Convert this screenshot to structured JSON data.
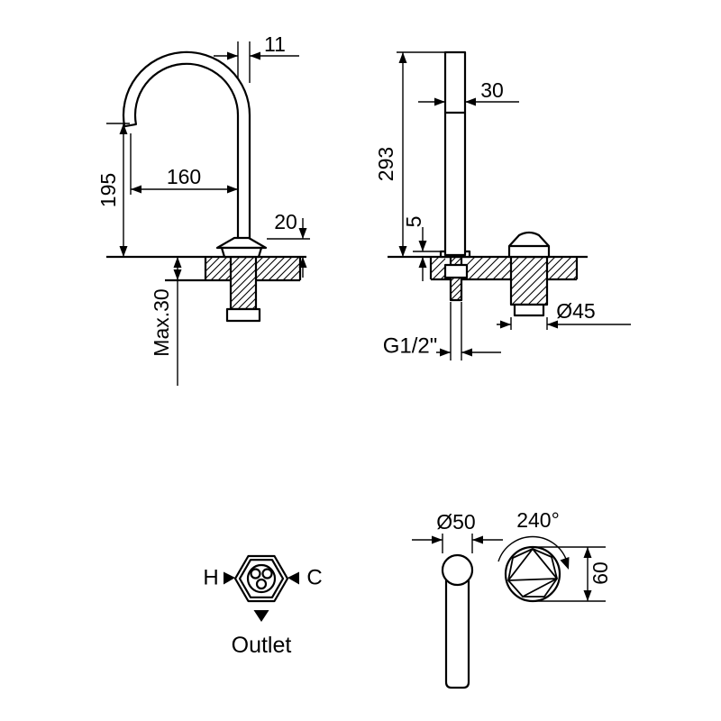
{
  "page": {
    "background": "#ffffff",
    "ink": "#000000"
  },
  "side_view": {
    "dim_spout_od": "11",
    "dim_reach": "160",
    "dim_height": "195",
    "dim_base_height": "20",
    "dim_deck_thickness": "Max.30"
  },
  "front_view": {
    "dim_column_height": "293",
    "dim_column_width": "30",
    "dim_base_gap": "5",
    "dim_thread": "G1/2\"",
    "dim_valve_od": "Ø45"
  },
  "outlet_view": {
    "hot_label": "H",
    "cold_label": "C",
    "outlet_label": "Outlet"
  },
  "handle_view": {
    "dim_lever_od": "Ø50",
    "dim_rotation": "240°",
    "dim_knob_od": "60"
  }
}
